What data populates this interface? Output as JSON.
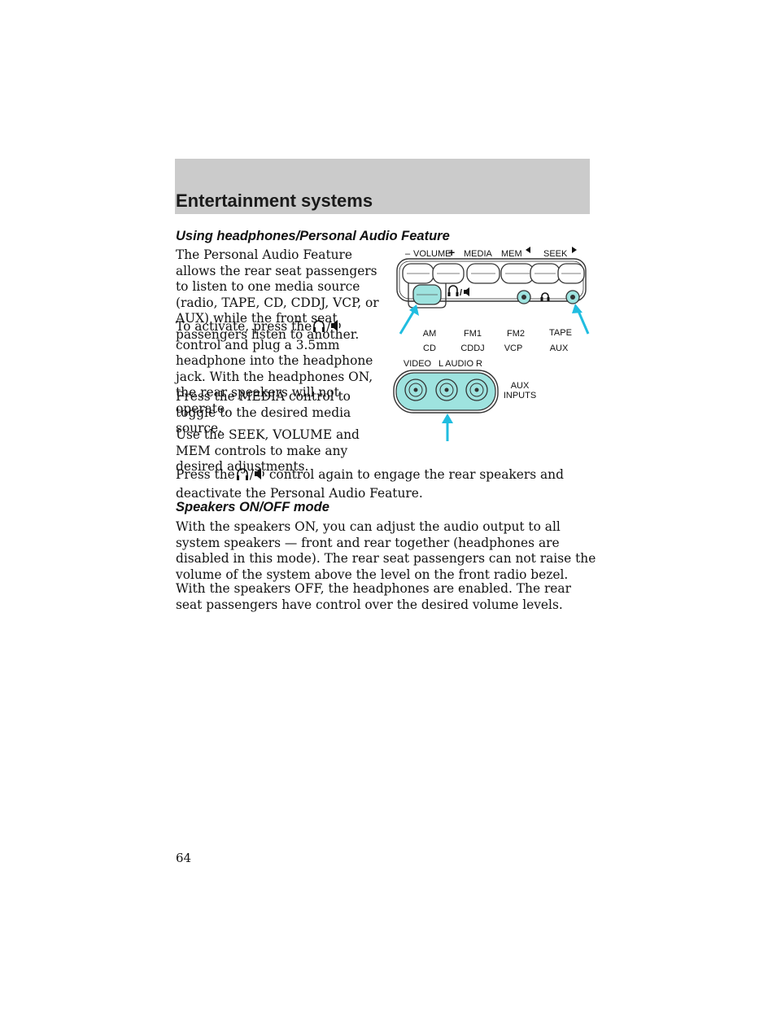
{
  "header": {
    "section_title": "Entertainment systems"
  },
  "section1": {
    "heading": "Using headphones/Personal Audio Feature",
    "p1": "The Personal Audio Feature allows the rear seat passengers to listen to one media source (radio, TAPE, CD, CDDJ, VCP, or AUX) while the front seat passengers listen to another.",
    "p2_before": "To activate, press the",
    "p2_slash": "/",
    "p2_after": "control and plug a 3.5mm headphone into the headphone jack. With the headphones ON, the rear speakers will not operate.",
    "p3": "Press the MEDIA control to toggle to the desired media source.",
    "p4": "Use the SEEK, VOLUME and MEM controls to make any desired adjustments.",
    "p5_before": "Press the",
    "p5_slash": "/",
    "p5_after": "control again to engage the rear speakers and deactivate the Personal Audio Feature."
  },
  "section2": {
    "heading": "Speakers ON/OFF mode",
    "p1": "With the speakers ON, you can adjust the audio output to all system speakers — front and rear together (headphones are disabled in this mode). The rear seat passengers can not raise the volume of the system above the level on the front radio bezel.",
    "p2": "With the speakers OFF, the headphones are enabled. The rear seat passengers have control over the desired volume levels."
  },
  "figure": {
    "minus": "–",
    "volume": "VOLUME",
    "plus": "+",
    "media": "MEDIA",
    "mem": "MEM",
    "seek": "SEEK",
    "toggle_slash": "/",
    "am": "AM",
    "cd": "CD",
    "fm1": "FM1",
    "cddj": "CDDJ",
    "fm2": "FM2",
    "vcp": "VCP",
    "tape": "TAPE",
    "aux": "AUX",
    "video": "VIDEO",
    "audio": "L AUDIO R",
    "aux_inputs_1": "AUX",
    "aux_inputs_2": "INPUTS",
    "highlight_color": "#9ee3df",
    "arrow_color": "#20bde0"
  },
  "footer": {
    "page_number": "64"
  }
}
